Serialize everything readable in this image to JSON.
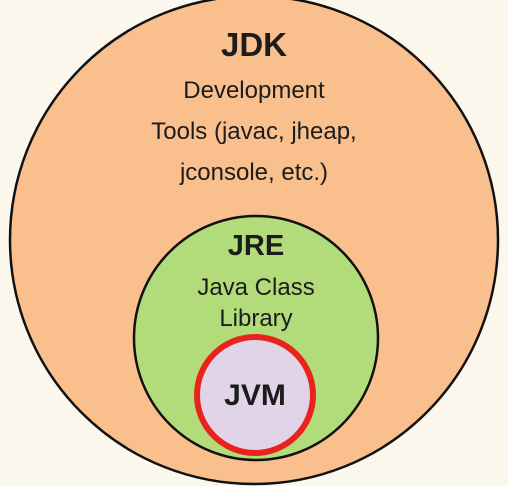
{
  "diagram": {
    "background_color": "#fbf7ec",
    "jdk": {
      "title": "JDK",
      "desc_lines": [
        "Development",
        "Tools (javac, jheap,",
        "jconsole, etc.)"
      ],
      "fill": "#f9c08e",
      "stroke": "#111111"
    },
    "jre": {
      "title": "JRE",
      "desc_lines": [
        "Java Class",
        "Library"
      ],
      "fill": "#b2dc7a",
      "stroke": "#111111"
    },
    "jvm": {
      "title": "JVM",
      "fill": "#e2d4e8",
      "stroke": "#e8231c"
    }
  }
}
